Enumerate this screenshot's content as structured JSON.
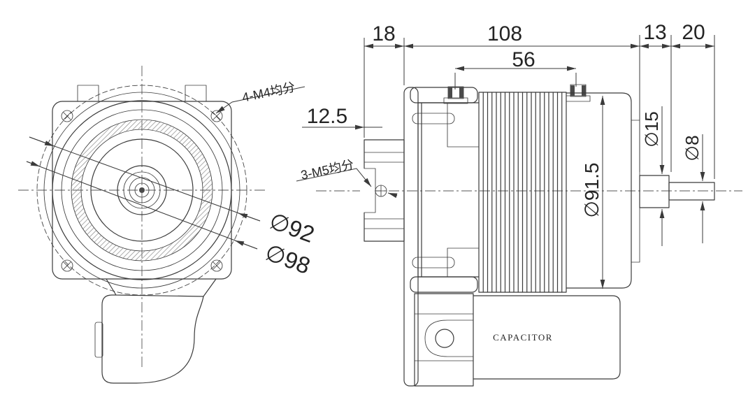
{
  "front_view": {
    "bolt_callout": "4-M4均分",
    "dia_92": "∅92",
    "dia_98": "∅98"
  },
  "side_view": {
    "screw_callout": "3-M5均分",
    "capacitor_label": "CAPACITOR",
    "dims": {
      "d18": "18",
      "d108": "108",
      "d13": "13",
      "d20": "20",
      "d56": "56",
      "d12_5": "12.5",
      "dia_body": "∅91.5",
      "dia_boss": "∅15",
      "dia_shaft": "∅8"
    }
  },
  "colors": {
    "line": "#3b3b3b",
    "text": "#242424",
    "background": "#ffffff"
  }
}
